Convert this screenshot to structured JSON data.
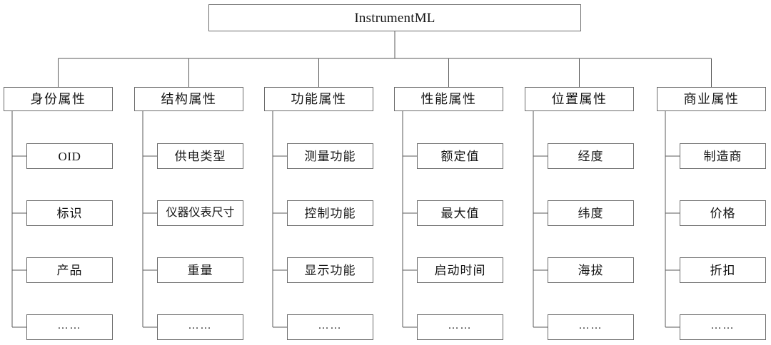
{
  "diagram": {
    "type": "tree-hierarchy",
    "root": {
      "label": "InstrumentML"
    },
    "categories": [
      {
        "label": "身份属性",
        "leaves": [
          {
            "label": "OID"
          },
          {
            "label": "标识"
          },
          {
            "label": "产品"
          },
          {
            "label": "……"
          }
        ]
      },
      {
        "label": "结构属性",
        "leaves": [
          {
            "label": "供电类型"
          },
          {
            "label": "仪器仪表尺寸"
          },
          {
            "label": "重量"
          },
          {
            "label": "……"
          }
        ]
      },
      {
        "label": "功能属性",
        "leaves": [
          {
            "label": "测量功能"
          },
          {
            "label": "控制功能"
          },
          {
            "label": "显示功能"
          },
          {
            "label": "……"
          }
        ]
      },
      {
        "label": "性能属性",
        "leaves": [
          {
            "label": "额定值"
          },
          {
            "label": "最大值"
          },
          {
            "label": "启动时间"
          },
          {
            "label": "……"
          }
        ]
      },
      {
        "label": "位置属性",
        "leaves": [
          {
            "label": "经度"
          },
          {
            "label": "纬度"
          },
          {
            "label": "海拔"
          },
          {
            "label": "……"
          }
        ]
      },
      {
        "label": "商业属性",
        "leaves": [
          {
            "label": "制造商"
          },
          {
            "label": "价格"
          },
          {
            "label": "折扣"
          },
          {
            "label": "……"
          }
        ]
      }
    ],
    "colors": {
      "box_border": "#6b6b6b",
      "connector": "#5a5a5a",
      "text": "#141414",
      "background": "#ffffff"
    }
  }
}
